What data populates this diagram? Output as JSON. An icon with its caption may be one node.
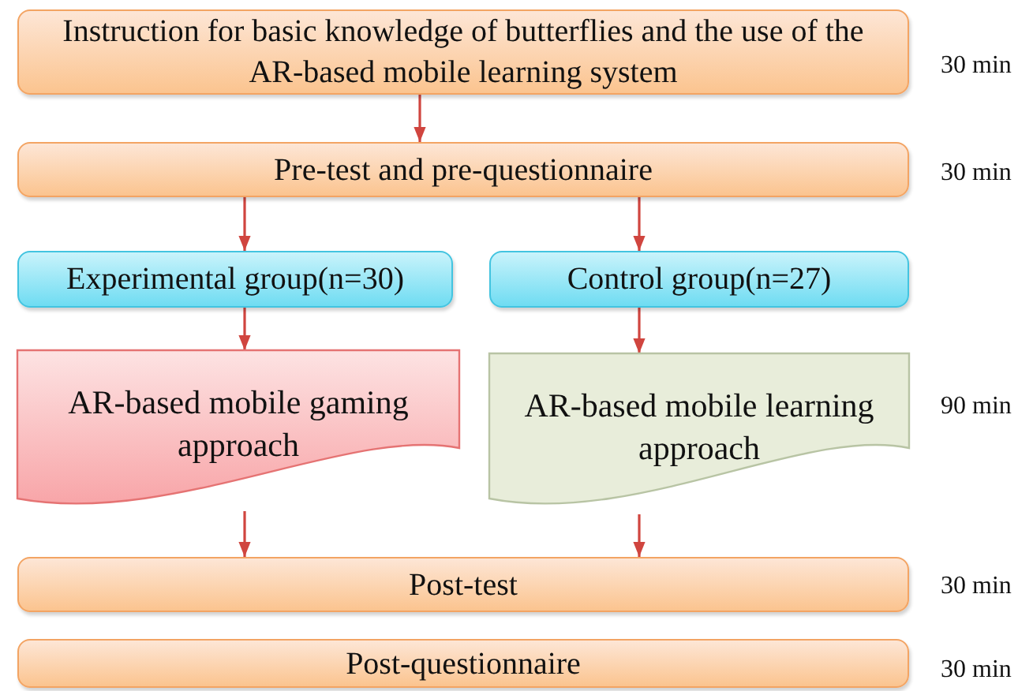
{
  "diagram": {
    "nodes": [
      {
        "text": [
          "Instruction for basic knowledge of butterflies and the use of the AR-based mobile learning system"
        ],
        "beside": [
          "30 min"
        ]
      },
      {
        "text": [
          "Pre-test and pre-questionnaire"
        ],
        "beside": [
          "30 min"
        ]
      },
      {
        "text": [
          "Experimental group(n=30)"
        ]
      },
      {
        "text": [
          "Control group(n=27)"
        ]
      },
      {
        "text": [
          "AR-based mobile gaming approach"
        ]
      },
      {
        "text": [
          "AR-based mobile learning approach"
        ],
        "beside": [
          "90 min"
        ]
      },
      {
        "text": [
          "Post-test"
        ],
        "beside": [
          "30 min"
        ]
      },
      {
        "text": [
          "Post-questionnaire"
        ],
        "beside": [
          "30 min"
        ]
      }
    ],
    "edges": [
      {
        "from": 0,
        "to": 1,
        "arrow": "to"
      },
      {
        "from": 1,
        "to": 2,
        "arrow": "to"
      },
      {
        "from": 1,
        "to": 3,
        "arrow": "to"
      },
      {
        "from": 2,
        "to": 4,
        "arrow": "to"
      },
      {
        "from": 3,
        "to": 5,
        "arrow": "to"
      },
      {
        "from": 4,
        "to": 6,
        "arrow": "to"
      },
      {
        "from": 5,
        "to": 6,
        "arrow": "to"
      }
    ]
  }
}
